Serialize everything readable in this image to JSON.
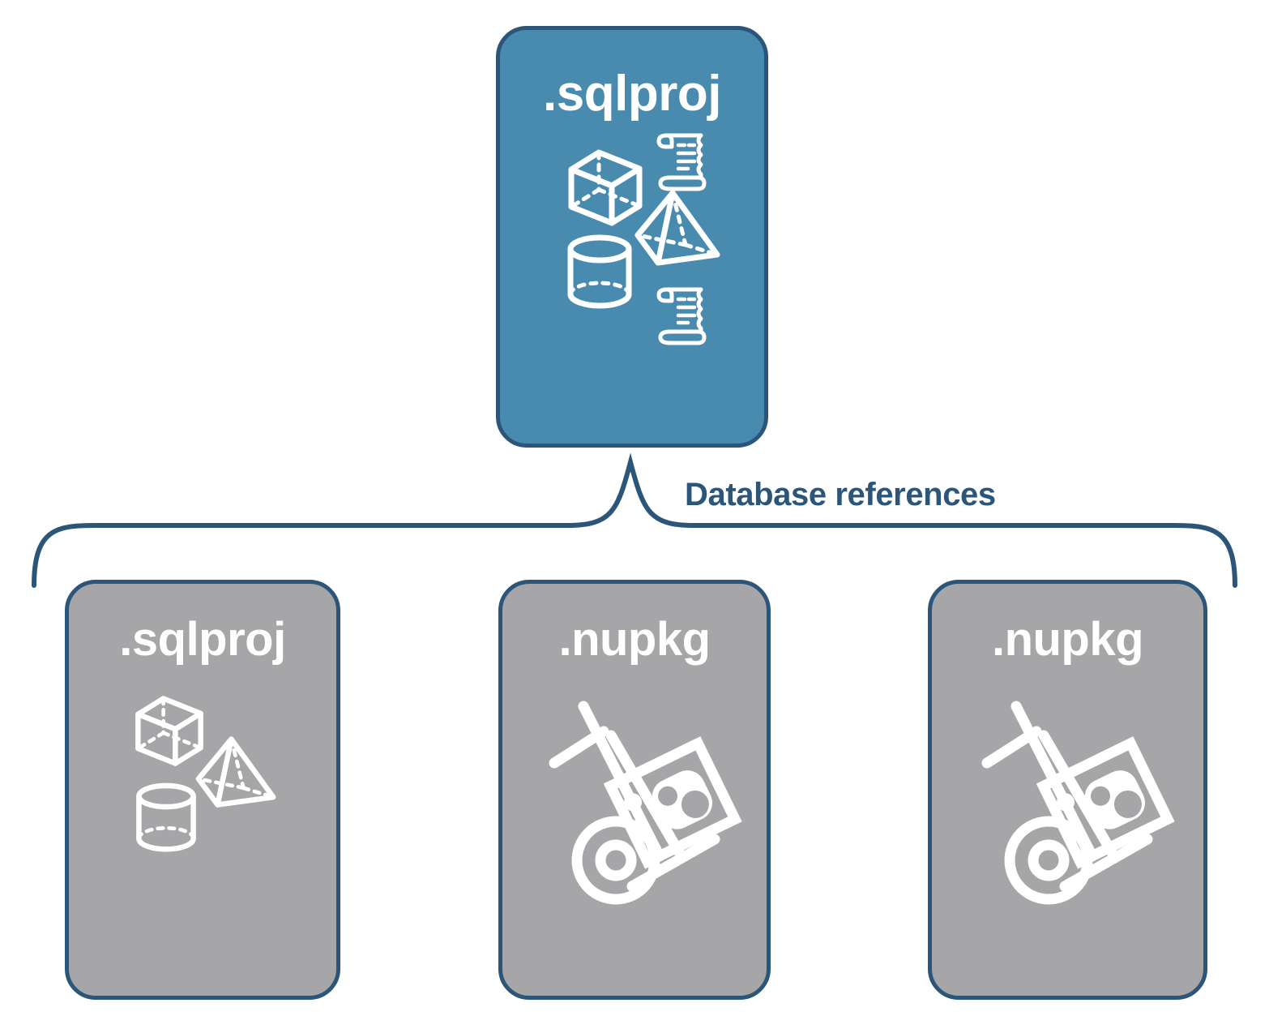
{
  "diagram": {
    "title": "Database references",
    "type": "hierarchy",
    "colors": {
      "primary_fill": "#488BAE",
      "secondary_fill": "#A6A6A8",
      "border": "#2B5579",
      "label_text": "#2B5579",
      "node_text": "#FFFFFF",
      "background": "#FFFFFF"
    }
  },
  "root": {
    "label": ".sqlproj",
    "kind": "primary",
    "icons": [
      "cube-icon",
      "scroll-icon",
      "pyramid-icon",
      "cylinder-icon",
      "scroll-icon"
    ]
  },
  "connector": {
    "label": "Database references",
    "style": "curly-brace",
    "branch_count": 3
  },
  "children": [
    {
      "label": ".sqlproj",
      "kind": "secondary",
      "icons": [
        "cube-icon",
        "pyramid-icon",
        "cylinder-icon"
      ]
    },
    {
      "label": ".nupkg",
      "kind": "secondary",
      "icons": [
        "hand-truck-package-icon"
      ]
    },
    {
      "label": ".nupkg",
      "kind": "secondary",
      "icons": [
        "hand-truck-package-icon"
      ]
    }
  ]
}
